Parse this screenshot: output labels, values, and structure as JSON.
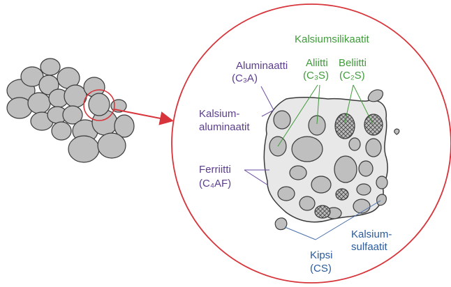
{
  "colors": {
    "circle_stroke": "#d7353b",
    "arrow": "#d7353b",
    "particle_fill": "#bfbfbf",
    "particle_stroke": "#3a3a3a",
    "matrix_fill": "#e8e8e8",
    "label_green": "#3f9b3a",
    "label_purple": "#5b3d8e",
    "label_blue": "#2a5a9c"
  },
  "labels": {
    "silicates_heading": "Kalsiumsilikaatit",
    "alite_name": "Aliitti",
    "alite_formula": "(C₃S)",
    "belite_name": "Beliitti",
    "belite_formula": "(C₂S)",
    "aluminate_name": "Aluminaatti",
    "aluminate_formula": "(C₃A)",
    "calcium_aluminates_line1": "Kalsium-",
    "calcium_aluminates_line2": "aluminaatit",
    "ferrite_name": "Ferriitti",
    "ferrite_formula": "(C₄AF)",
    "calcium_sulfates_line1": "Kalsium-",
    "calcium_sulfates_line2": "sulfaatit",
    "gypsum_name": "Kipsi",
    "gypsum_formula": "(CS)"
  }
}
